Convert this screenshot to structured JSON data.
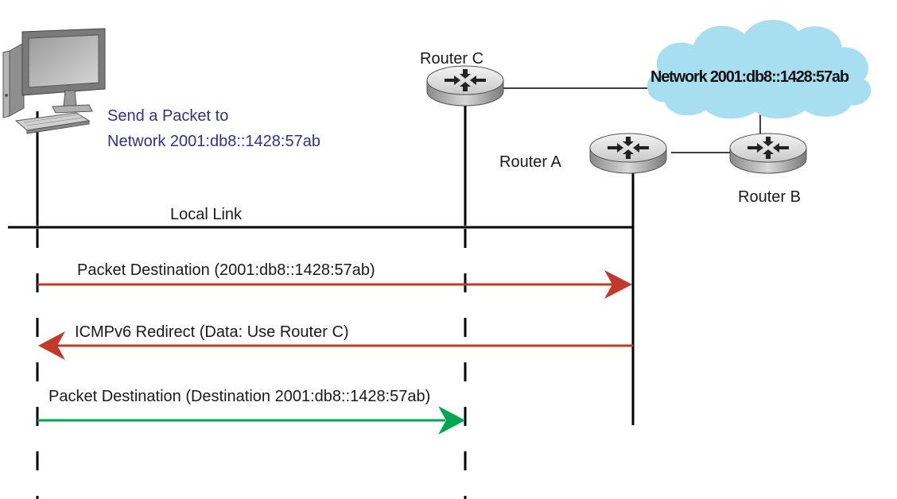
{
  "host": {
    "send_line1": "Send a Packet to",
    "send_line2": "Network 2001:db8::1428:57ab"
  },
  "routers": {
    "router_c": "Router C",
    "router_a": "Router A",
    "router_b": "Router B"
  },
  "network": {
    "label": "Network 2001:db8::1428:57ab"
  },
  "link": {
    "label": "Local Link"
  },
  "messages": [
    {
      "label": "Packet Destination (2001:db8::1428:57ab)",
      "color": "#c0392b"
    },
    {
      "label": "ICMPv6 Redirect (Data: Use Router C)",
      "color": "#c0392b"
    },
    {
      "label": "Packet Destination (Destination 2001:db8::1428:57ab)",
      "color": "#00a651"
    }
  ],
  "icons": [
    "computer-icon",
    "router-icon",
    "cloud-icon"
  ]
}
